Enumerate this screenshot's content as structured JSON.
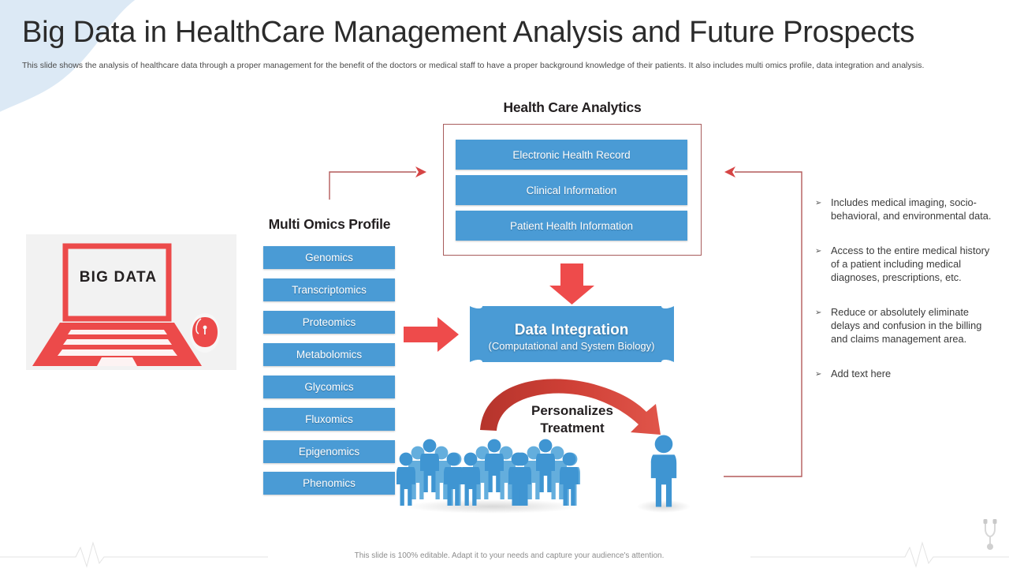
{
  "header": {
    "title": "Big Data in HealthCare Management Analysis and Future Prospects",
    "subtitle": "This slide shows the analysis of healthcare data through a proper management for the benefit of the doctors or medical staff to have a proper background knowledge of their patients. It  also includes multi omics profile, data integration and analysis."
  },
  "health_care_analytics": {
    "heading": "Health Care Analytics",
    "items": [
      "Electronic Health Record",
      "Clinical Information",
      "Patient Health Information"
    ]
  },
  "multi_omics_profile": {
    "heading": "Multi Omics Profile",
    "items": [
      "Genomics",
      "Transcriptomics",
      "Proteomics",
      "Metabolomics",
      "Glycomics",
      "Fluxomics",
      "Epigenomics",
      "Phenomics"
    ]
  },
  "big_data_card": {
    "label": "BIG DATA",
    "icon": "laptop-icon",
    "mouse_icon": "computer-mouse-icon"
  },
  "data_integration": {
    "title": "Data Integration",
    "subtitle": "(Computational and System Biology)"
  },
  "personalizes_treatment": {
    "line1": "Personalizes",
    "line2": "Treatment",
    "crowd_icon": "people-group-icon",
    "individual_icon": "single-person-icon",
    "arc_icon": "curved-arrow-icon"
  },
  "bullets": {
    "marker": "➢",
    "items": [
      "Includes medical imaging, socio-behavioral, and environmental data.",
      "Access to the entire medical history of a patient including medical diagnoses, prescriptions, etc.",
      "Reduce or absolutely eliminate delays and confusion in the billing and claims management area.",
      "Add text here"
    ]
  },
  "footer": {
    "note": "This slide is 100% editable. Adapt it to your needs and capture your audience's attention.",
    "icon": "stethoscope-icon",
    "line_icon": "heartbeat-line-icon"
  },
  "colors": {
    "blue": "#4a9bd5",
    "blob_blue": "#dce9f5",
    "red_arrow": "#ee4b4b",
    "arc_red": "#c0392b",
    "panel_border": "#a85c5c",
    "connector_red": "#b35a5a",
    "card_bg": "#f2f2f2",
    "text_dark": "#231f20"
  }
}
